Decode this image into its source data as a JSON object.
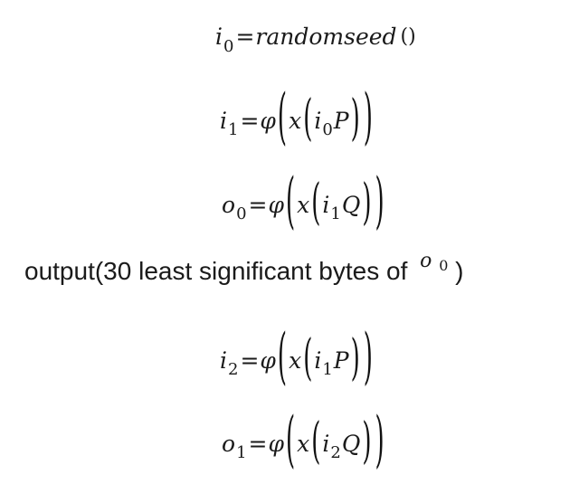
{
  "equations": [
    {
      "lhs": "i",
      "lhs_sub": "0",
      "eq": "=",
      "func": "randomseed",
      "args": "()"
    },
    {
      "lhs": "i",
      "lhs_sub": "1",
      "eq": "=",
      "phi": "φ",
      "x": "x",
      "var": "i",
      "var_sub": "0",
      "point": "P"
    },
    {
      "lhs": "o",
      "lhs_sub": "0",
      "eq": "=",
      "phi": "φ",
      "x": "x",
      "var": "i",
      "var_sub": "1",
      "point": "Q"
    },
    {
      "lhs": "i",
      "lhs_sub": "2",
      "eq": "=",
      "phi": "φ",
      "x": "x",
      "var": "i",
      "var_sub": "1",
      "point": "P"
    },
    {
      "lhs": "o",
      "lhs_sub": "1",
      "eq": "=",
      "phi": "φ",
      "x": "x",
      "var": "i",
      "var_sub": "2",
      "point": "Q"
    }
  ],
  "output_line": {
    "prefix": "output(30 least significant bytes of",
    "symbol": "o",
    "symbol_sub": "0",
    "suffix": ")"
  }
}
